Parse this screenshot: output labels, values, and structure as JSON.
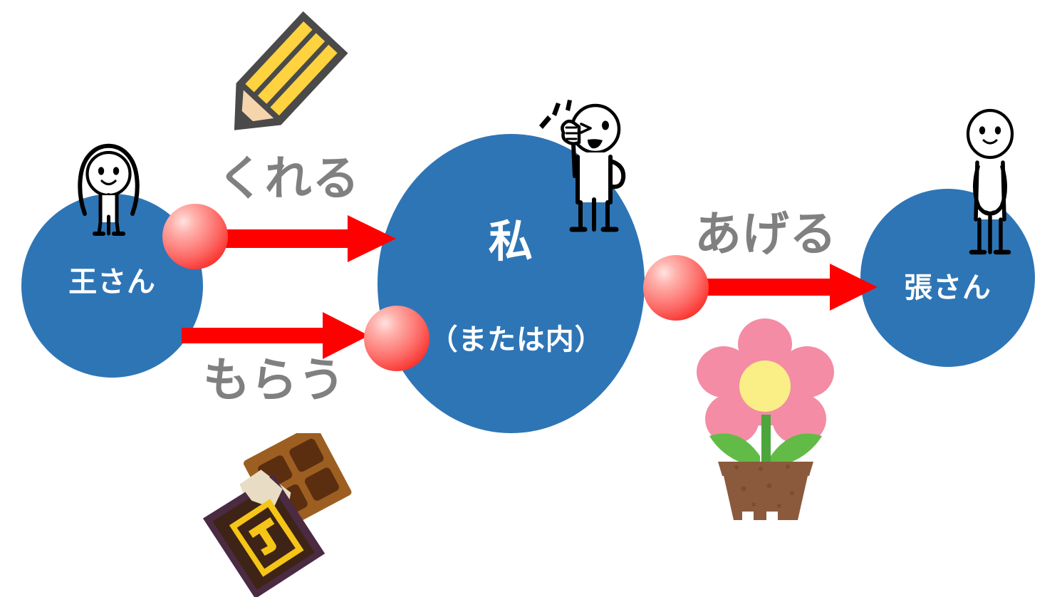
{
  "diagram": {
    "title_alt": "Japanese giving-and-receiving verbs diagram",
    "background_color": "#FFFFFF",
    "circle_color": "#2E75B6",
    "arrow_color": "#FF0000",
    "verb_label_color": "#808080",
    "circle_label_color": "#FFFFFF",
    "sphere_color": "#FF4C47"
  },
  "nodes": [
    {
      "id": "node-wang",
      "label": "王さん",
      "role": "giver-outsider",
      "figure": "stick-figure-arms-up"
    },
    {
      "id": "node-me",
      "label": "私",
      "sublabel": "（または内）",
      "role": "self-inner-group",
      "figure": "stick-figure-thumbs-up-wink"
    },
    {
      "id": "node-zhang",
      "label": "張さん",
      "role": "receiver-outsider",
      "figure": "stick-figure-standing"
    }
  ],
  "arrows": [
    {
      "id": "arrow-kureru",
      "label": "くれる",
      "from": "node-wang",
      "to": "node-me",
      "direction": "right"
    },
    {
      "id": "arrow-morau",
      "label": "もらう",
      "from": "node-wang",
      "to": "node-me",
      "direction": "right"
    },
    {
      "id": "arrow-ageru",
      "label": "あげる",
      "from": "node-me",
      "to": "node-zhang",
      "direction": "right"
    }
  ],
  "objects": [
    {
      "id": "pencil",
      "icon": "pencil-icon",
      "colors": {
        "body": "#FFD23F",
        "outline": "#4A4A4A",
        "tip": "#F6D5AC"
      }
    },
    {
      "id": "chocolate",
      "icon": "chocolate-bar-icon",
      "colors": {
        "wrapper": "#4A2B42",
        "inner": "#3E2416",
        "bar": "#9C5F21",
        "square": "#5C2E10",
        "foil": "#E8DCC4",
        "letter": "#F5C518"
      }
    },
    {
      "id": "flower",
      "icon": "potted-flower-icon",
      "colors": {
        "petal": "#F38CA4",
        "center": "#FAEE86",
        "leaf": "#62BB46",
        "stem": "#4CA63C",
        "pot": "#8B5A3C"
      }
    }
  ]
}
